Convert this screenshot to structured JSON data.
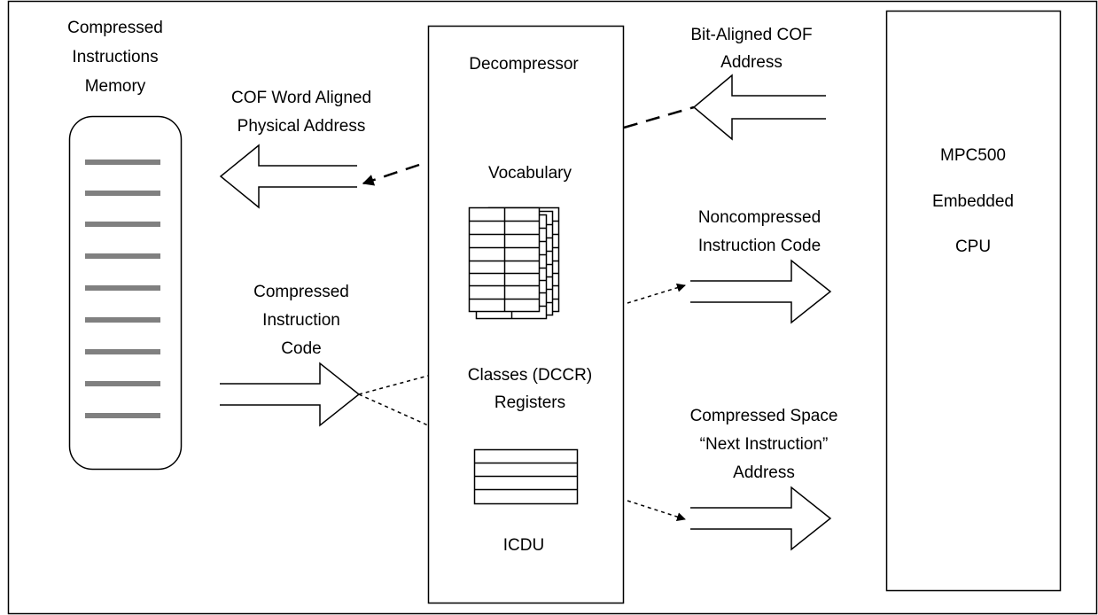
{
  "labels": {
    "memory": [
      "Compressed",
      "Instructions",
      "Memory"
    ],
    "cof_word_aligned": [
      "COF Word Aligned",
      "Physical Address"
    ],
    "compressed_code": [
      "Compressed",
      "Instruction",
      "Code"
    ],
    "decompressor": "Decompressor",
    "vocabulary": "Vocabulary",
    "classes": [
      "Classes (DCCR)",
      "Registers"
    ],
    "icdu": "ICDU",
    "bit_aligned": [
      "Bit-Aligned COF",
      "Address"
    ],
    "noncompressed": [
      "Noncompressed",
      "Instruction Code"
    ],
    "next_instruction": [
      "Compressed Space",
      "“Next Instruction”",
      "Address"
    ],
    "cpu": [
      "MPC500",
      "Embedded",
      "CPU"
    ]
  },
  "colors": {
    "stroke": "#000000",
    "memory_bars": "#808080",
    "background": "#ffffff"
  }
}
